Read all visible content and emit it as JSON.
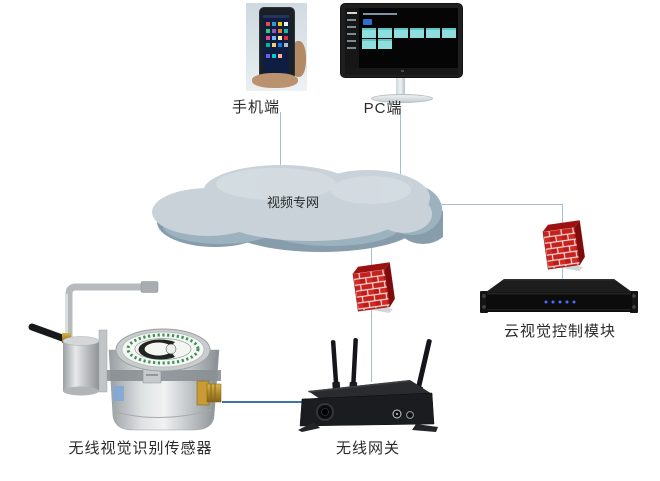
{
  "diagram": {
    "title": "wireless vision sensor network diagram",
    "nodes": {
      "mobile": {
        "label": "手机端"
      },
      "pc": {
        "label": "PC端"
      },
      "cloud": {
        "label": "视频专网"
      },
      "server": {
        "label": "云视觉控制模块"
      },
      "sensor": {
        "label": "无线视觉识别传感器"
      },
      "gateway": {
        "label": "无线网关"
      }
    },
    "icons": {
      "firewall": "red-brick-firewall",
      "cloud": "network-cloud",
      "server": "rack-server",
      "gateway": "wireless-router",
      "sensor": "pressure-gauge-sensor",
      "mobile": "smartphone-photo",
      "pc": "desktop-monitor"
    },
    "colors": {
      "connector": "#a6c0d3",
      "connector_dark": "#3f74a6",
      "firewall_red": "#c8201c",
      "cloud_fill": "#c8d2d8",
      "cloud_shadow": "#879dab",
      "led_blue": "#4f6cff",
      "tile_teal": "#8fdedd"
    }
  }
}
